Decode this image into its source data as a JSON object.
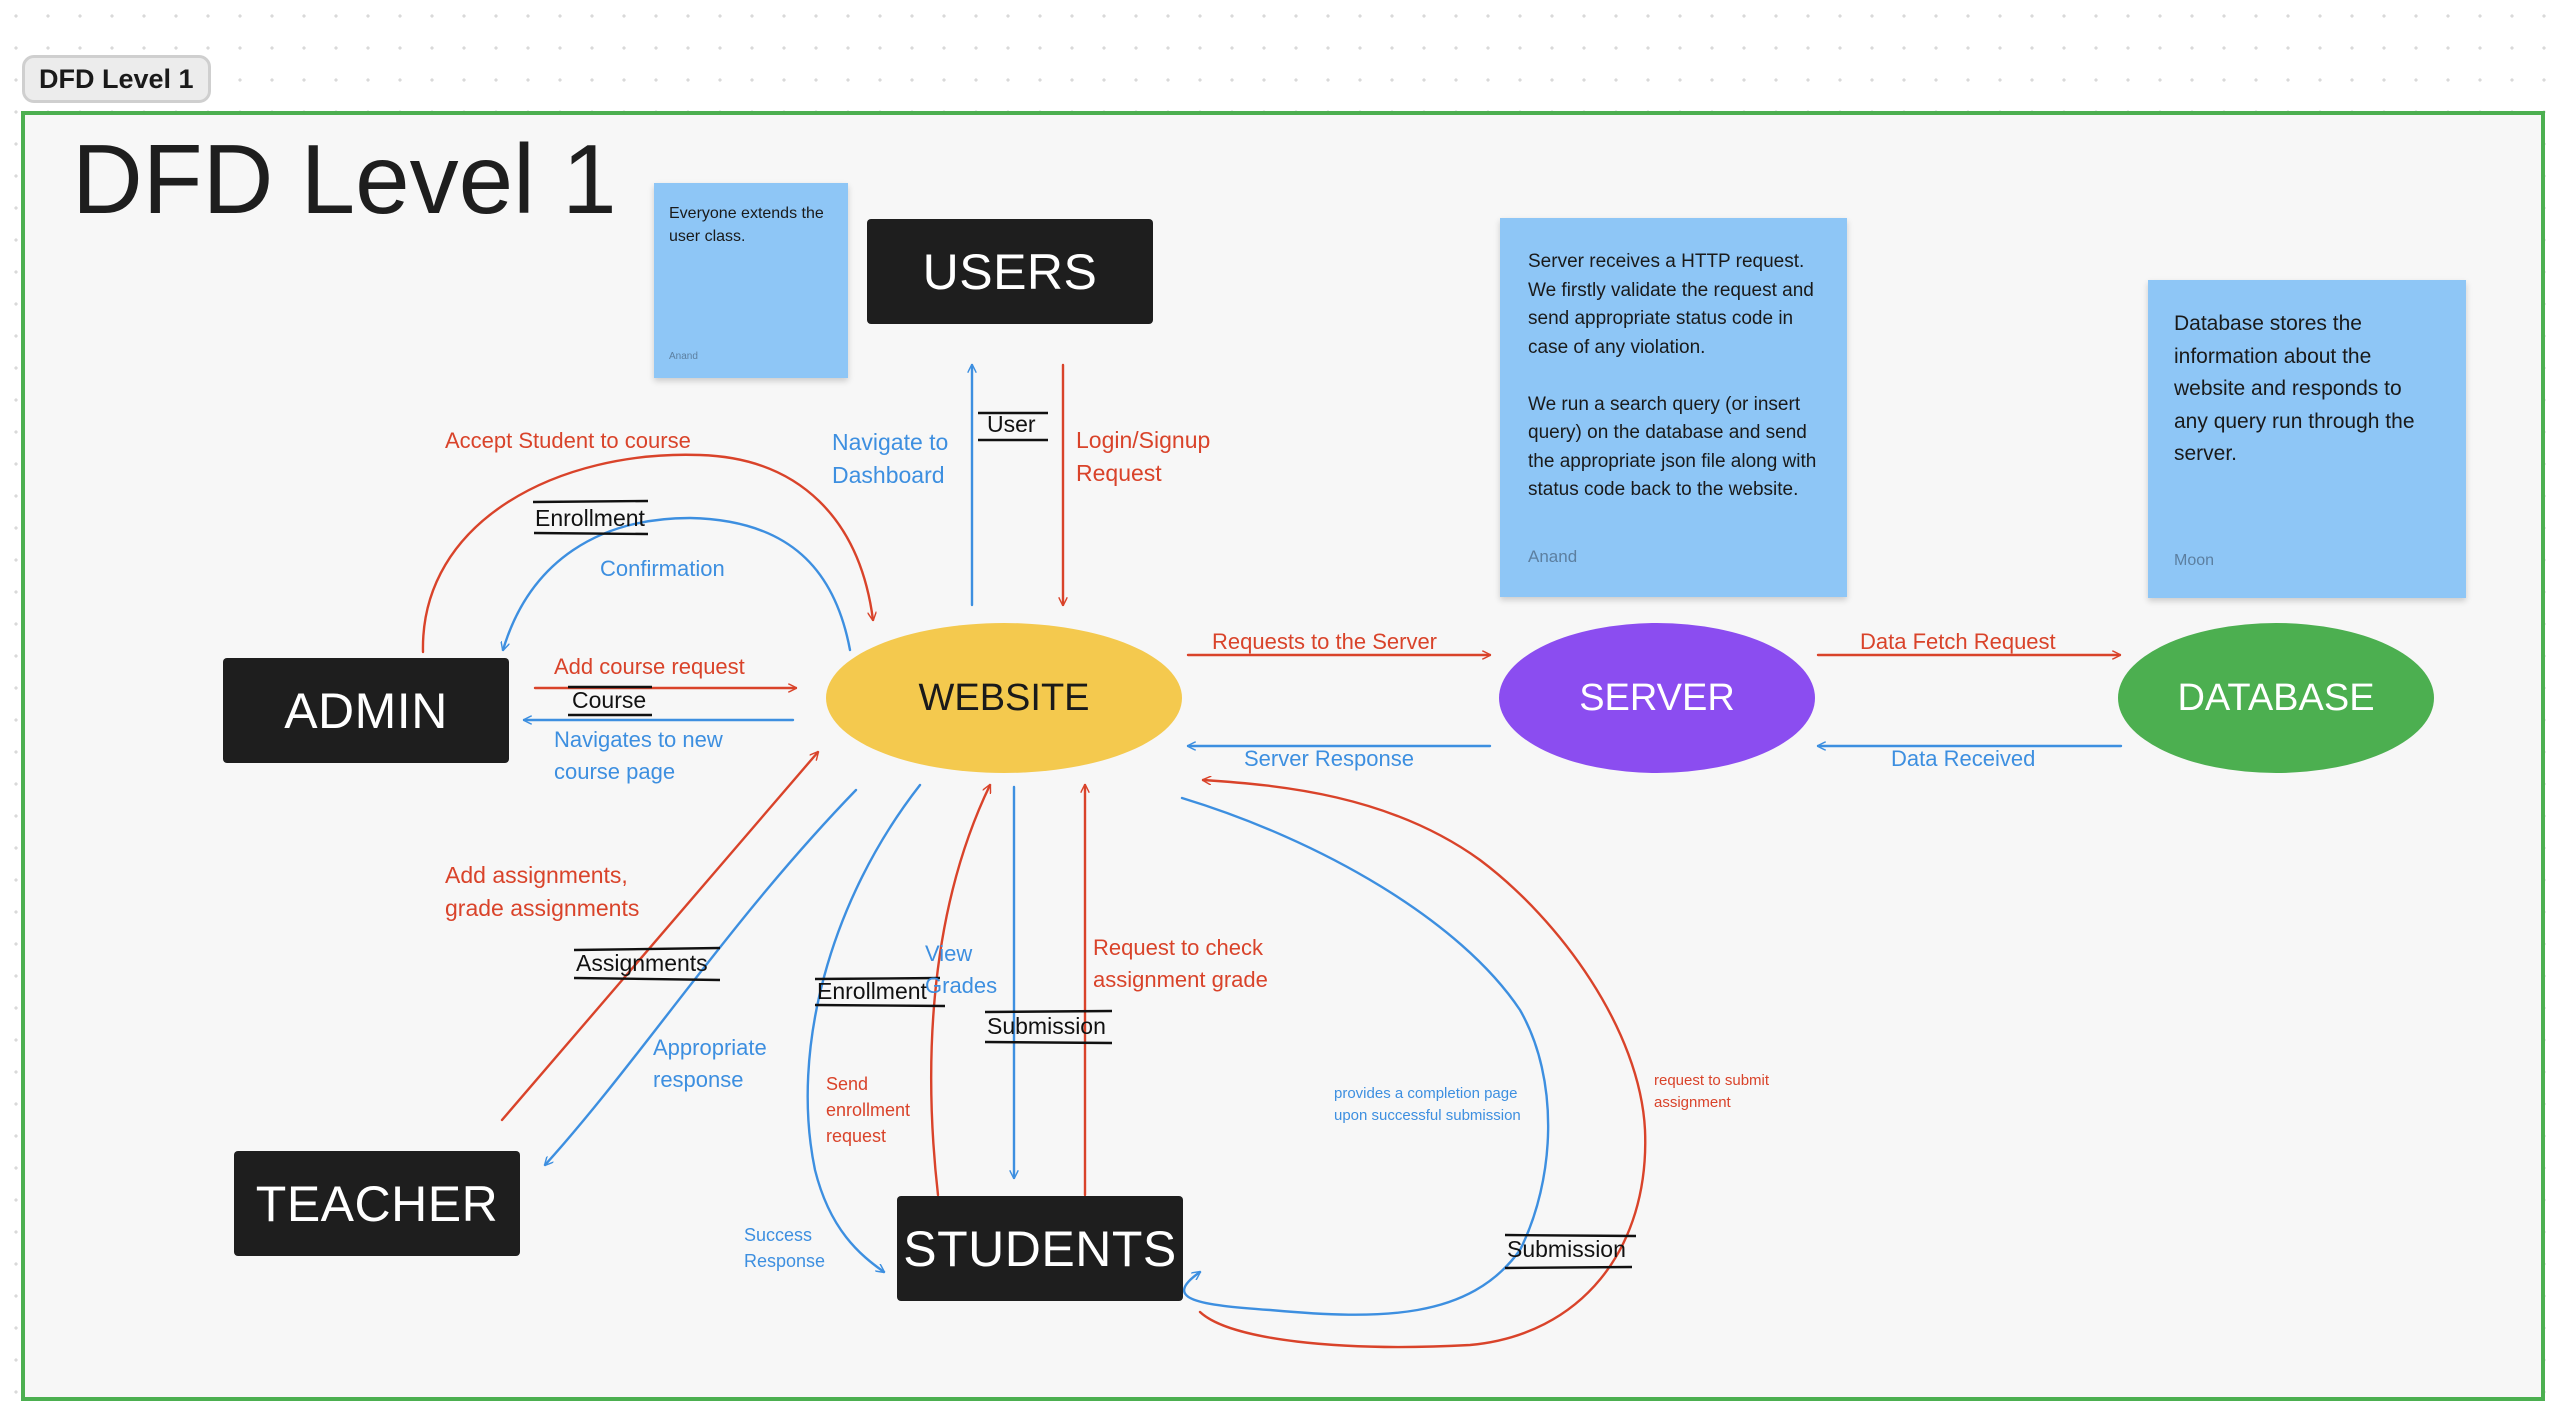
{
  "page": {
    "tab_label": "DFD Level 1",
    "title": "DFD Level 1"
  },
  "colors": {
    "frame": "#4caf50",
    "flow_red": "#d9432a",
    "flow_blue": "#3d8fe0",
    "sticky": "#8ec6f6",
    "website": "#f4c94e",
    "server": "#8b4df0",
    "database": "#4caf50",
    "entity_box": "#1e1e1e"
  },
  "entities": {
    "users": "USERS",
    "admin": "ADMIN",
    "teacher": "TEACHER",
    "students": "STUDENTS"
  },
  "processes": {
    "website": "WEBSITE",
    "server": "SERVER",
    "database": "DATABASE"
  },
  "notes": [
    {
      "text": "Everyone extends the user class.",
      "author": "Anand"
    },
    {
      "text": "Server receives a HTTP request. We firstly validate the request and send appropriate status code in case of any violation.\n\nWe run a search query (or insert query) on the database and send the appropriate json file along with status code back to the website.",
      "author": "Anand"
    },
    {
      "text": "Database stores the information about the website and responds to any query run through the server.",
      "author": "Moon"
    }
  ],
  "data_stores": {
    "user": "User",
    "enrollment_admin": "Enrollment",
    "course": "Course",
    "assignments": "Assignments",
    "enrollment_student": "Enrollment",
    "submission_grade": "Submission",
    "submission_student": "Submission"
  },
  "flows": {
    "navigate_dashboard": "Navigate to\nDashboard",
    "login_signup": "Login/Signup\nRequest",
    "accept_student": "Accept Student to course",
    "confirmation": "Confirmation",
    "add_course_request": "Add course request",
    "navigates_new_course": "Navigates to new\ncourse page",
    "add_assignments": "Add assignments,\ngrade assignments",
    "appropriate_response": "Appropriate\nresponse",
    "view_grades": "View\nGrades",
    "request_check_grade": "Request to check\nassignment grade",
    "send_enrollment": "Send\nenrollment\nrequest",
    "success_response": "Success\nResponse",
    "requests_to_server": "Requests to the Server",
    "server_response": "Server Response",
    "data_fetch_request": "Data Fetch Request",
    "data_received": "Data Received",
    "completion_page": "provides a completion page\nupon successful submission",
    "request_submit": "request to submit\nassignment"
  }
}
